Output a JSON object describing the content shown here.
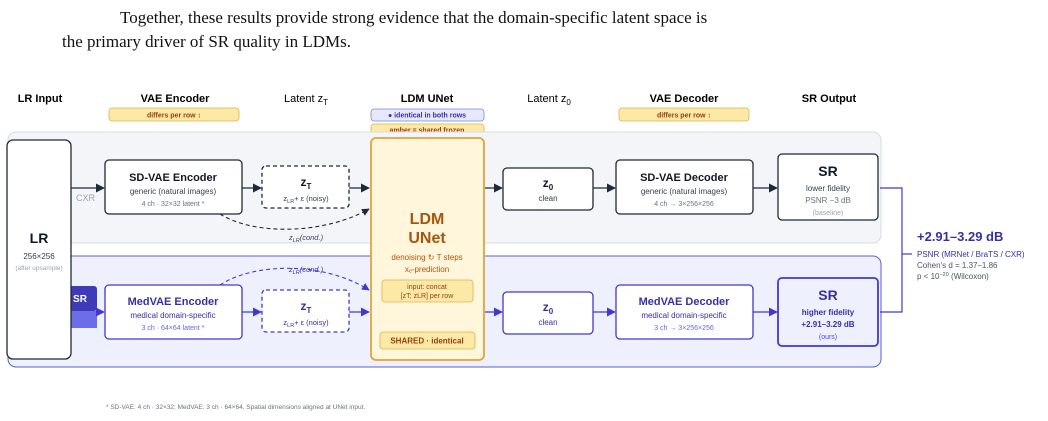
{
  "paragraph": {
    "line1": "Together, these results provide strong evidence that the domain-specific latent space is",
    "line2": "the primary driver of SR quality in LDMs."
  },
  "headers": {
    "lr_input": "LR Input",
    "vae_encoder": "VAE Encoder",
    "latent_t_base": "Latent z",
    "latent_t_sub": "T",
    "ldm_unet": "LDM UNet",
    "latent_0_base": "Latent z",
    "latent_0_sub": "0",
    "vae_decoder": "VAE Decoder",
    "sr_output": "SR Output"
  },
  "badges": {
    "differs_encoder": "differs per row ↕",
    "differs_decoder": "differs per row ↕",
    "identical_rows": "● identical in both rows",
    "amber_shared": "amber = shared frozen"
  },
  "lr_box": {
    "title": "LR",
    "size": "256×256",
    "note": "(after upsample)"
  },
  "top_row": {
    "lr_cut": "CXR",
    "encoder_title": "SD-VAE Encoder",
    "encoder_sub": "generic (natural images)",
    "encoder_detail": "4 ch · 32×32 latent *",
    "zt_title": "z",
    "zt_title_sub": "T",
    "zt_noise_a": "z",
    "zt_noise_sub": "LR",
    "zt_noise_b": "+ ε (noisy)",
    "cond_a": "z",
    "cond_sub": "LR",
    "cond_b": "(cond.)",
    "z0_title": "z",
    "z0_sub": "0",
    "z0_desc": "clean",
    "decoder_title": "SD-VAE Decoder",
    "decoder_sub": "generic (natural images)",
    "decoder_detail": "4 ch → 3×256×256",
    "sr_title": "SR",
    "sr_l1": "lower fidelity",
    "sr_l2": "PSNR −3 dB",
    "sr_l3": "(baseline)"
  },
  "bottom_row": {
    "lr_cut": "SR",
    "encoder_title": "MedVAE Encoder",
    "encoder_sub": "medical domain-specific",
    "encoder_detail": "3 ch · 64×64 latent *",
    "zt_title": "z",
    "zt_title_sub": "T",
    "zt_noise_a": "z",
    "zt_noise_sub": "LR",
    "zt_noise_b": "+ ε (noisy)",
    "cond_a": "z",
    "cond_sub": "LR",
    "cond_b": "(cond.)",
    "z0_title": "z",
    "z0_sub": "0",
    "z0_desc": "clean",
    "decoder_title": "MedVAE Decoder",
    "decoder_sub": "medical domain-specific",
    "decoder_detail": "3 ch → 3×256×256",
    "sr_title": "SR",
    "sr_l1": "higher fidelity",
    "sr_l2": "+2.91–3.29 dB",
    "sr_l3": "(ours)"
  },
  "unet": {
    "title1": "LDM",
    "title2": "UNet",
    "denoise": "denoising ↻ T steps",
    "pred": "xₑ-prediction",
    "input_l1": "input: concat",
    "input_l2": "[zT; zLR] per row",
    "shared": "SHARED · identical"
  },
  "result": {
    "big": "+2.91–3.29 dB",
    "psnr": "PSNR (MRNet / BraTS / CXR)",
    "cohen": "Cohen's d = 1.37–1.86",
    "pval_a": "p < 10",
    "pval_exp": "−20",
    "pval_b": " (Wilcoxon)"
  },
  "footnote": "* SD-VAE: 4 ch · 32×32; MedVAE: 3 ch · 64×64. Spatial dimensions aligned at UNet input.",
  "colors": {
    "top_stroke": "#1f2937",
    "bottom_stroke": "#4338ca",
    "top_band": "#f3f5f9",
    "bottom_band": "#eef0fd",
    "amber_fill": "#fff6dc",
    "amber_stroke": "#e0a43a",
    "amber_text": "#a6570f",
    "result_blue": "#3730a3"
  }
}
